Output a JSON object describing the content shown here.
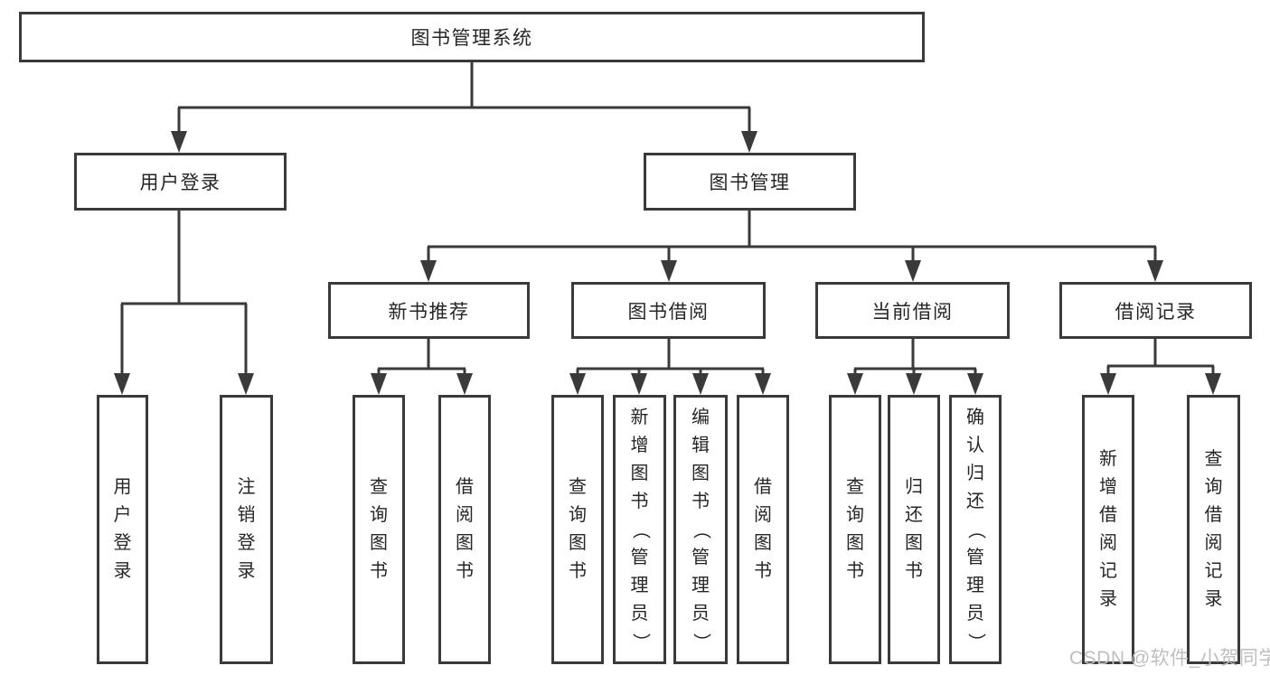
{
  "tree": {
    "root": "图书管理系统",
    "branches": [
      {
        "label": "用户登录",
        "children": [
          "用户登录",
          "注销登录"
        ]
      },
      {
        "label": "图书管理",
        "groups": [
          {
            "label": "新书推荐",
            "children": [
              "查询图书",
              "借阅图书"
            ]
          },
          {
            "label": "图书借阅",
            "children": [
              "查询图书",
              "新增图书（管理员）",
              "编辑图书（管理员）",
              "借阅图书"
            ]
          },
          {
            "label": "当前借阅",
            "children": [
              "查询图书",
              "归还图书",
              "确认归还（管理员）"
            ]
          },
          {
            "label": "借阅记录",
            "children": [
              "新增借阅记录",
              "查询借阅记录"
            ]
          }
        ]
      }
    ]
  },
  "watermark": "CSDN @软件_小贺同学",
  "colors": {
    "line": "#3a3a3a",
    "text": "#262626",
    "background": "#ffffff",
    "watermark": "#bfbfbf"
  }
}
